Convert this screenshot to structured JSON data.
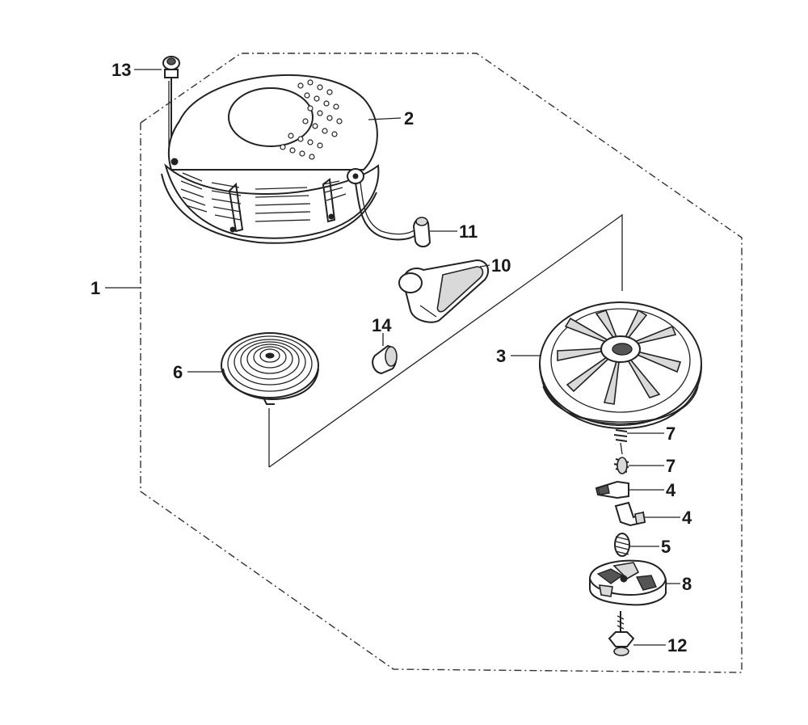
{
  "callouts": {
    "c1": "1",
    "c2": "2",
    "c3": "3",
    "c4a": "4",
    "c4b": "4",
    "c5": "5",
    "c6": "6",
    "c7a": "7",
    "c7b": "7",
    "c8": "8",
    "c10": "10",
    "c11": "11",
    "c12": "12",
    "c13": "13",
    "c14": "14"
  }
}
